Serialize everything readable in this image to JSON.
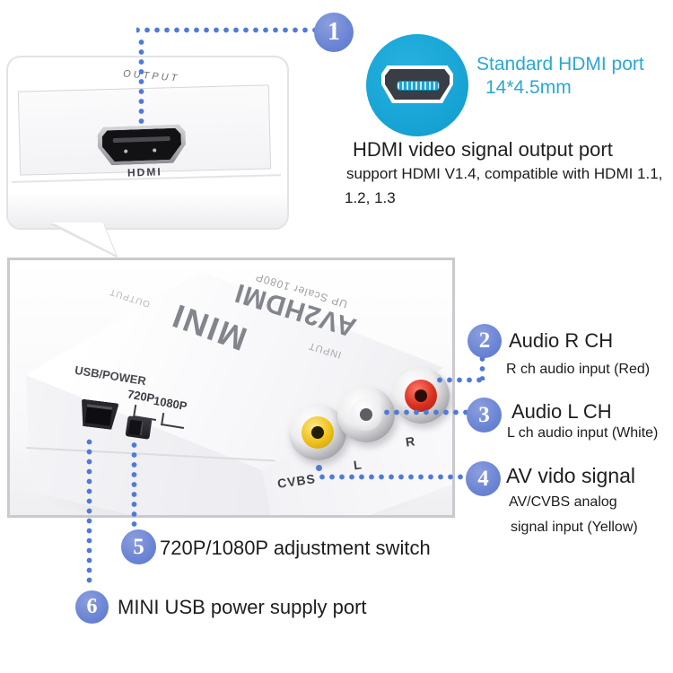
{
  "colors": {
    "badge_blue": "#6d87d5",
    "dot_blue": "#4e7bd6",
    "icon_cyan": "#18a8d8",
    "cyan_text": "#2aa8d4",
    "text_dark": "#1e1e1e"
  },
  "photo_top": {
    "output_label": "OUTPUT",
    "hdmi_label": "HDMI"
  },
  "hdmi_callout": {
    "badge": "1",
    "icon": "hdmi-port-icon",
    "cyan_title_line1": "Standard HDMI port",
    "cyan_title_line2": "14*4.5mm",
    "heading": "HDMI video signal output port",
    "desc_line1": "support HDMI V1.4, compatible with HDMI 1.1,",
    "desc_line2": "1.2, 1.3"
  },
  "photo_main": {
    "brand": "AV2HDMI",
    "brand_sub": "UP Scaler 1080P",
    "brand_mini": "MINI",
    "output_label": "OUTPUT",
    "input_label": "INPUT",
    "usb_label": "USB/POWER",
    "switch_720": "720P",
    "switch_1080": "1080P",
    "cvbs_label": "CVBS",
    "l_label": "L",
    "r_label": "R"
  },
  "annotations": [
    {
      "badge": "2",
      "title": "Audio R CH",
      "desc": [
        "R ch audio input (Red)"
      ]
    },
    {
      "badge": "3",
      "title": "Audio L CH",
      "desc": [
        "L ch audio input (White)"
      ]
    },
    {
      "badge": "4",
      "title": "AV vido signal",
      "desc": [
        "AV/CVBS analog",
        "signal input (Yellow)"
      ]
    },
    {
      "badge": "5",
      "title": "720P/1080P adjustment switch",
      "desc": []
    },
    {
      "badge": "6",
      "title": "MINI USB power supply port",
      "desc": []
    }
  ]
}
